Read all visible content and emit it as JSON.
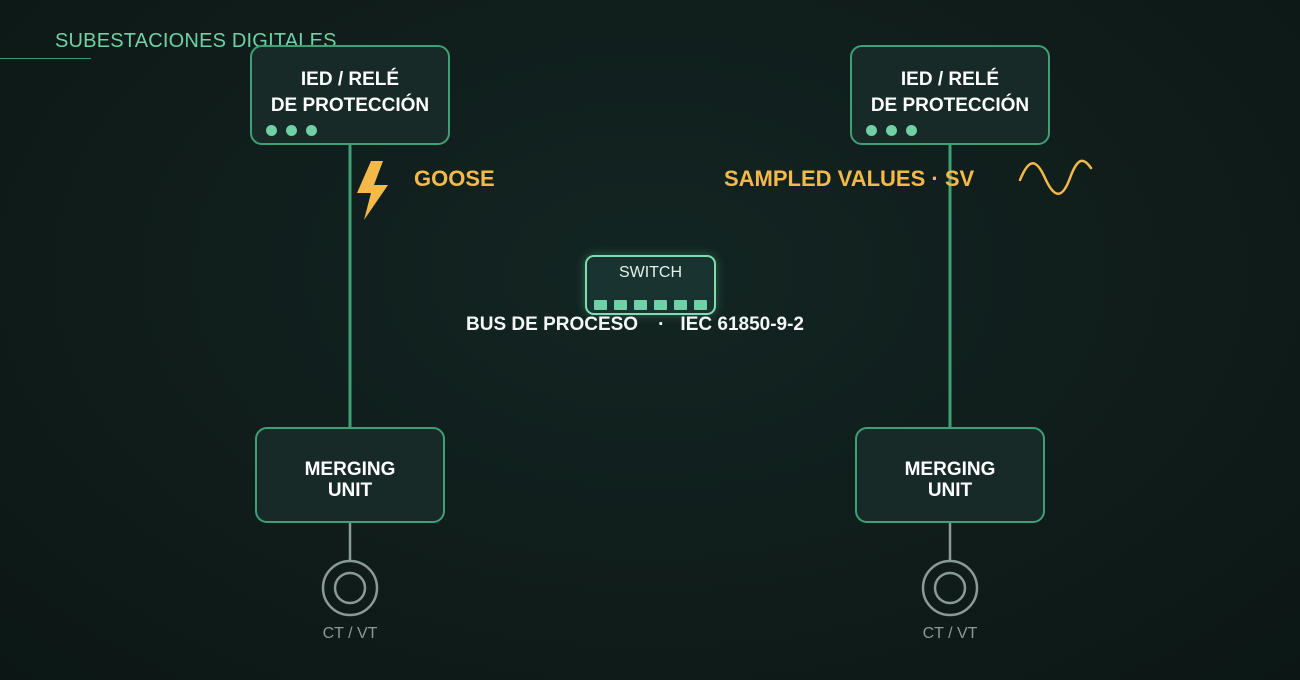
{
  "title": "SUBESTACIONES DIGITALES",
  "ied_left": {
    "line1": "IED / RELÉ",
    "line2": "DE PROTECCIÓN"
  },
  "ied_right": {
    "line1": "IED / RELÉ",
    "line2": "DE PROTECCIÓN"
  },
  "goose_label": "GOOSE",
  "sv_label": "SAMPLED VALUES · SV",
  "switch_label": "SWITCH",
  "bus_label": {
    "name": "BUS DE PROCESO",
    "separator": "·",
    "standard": "IEC 61850-9-2"
  },
  "mu_left": {
    "line1": "MERGING",
    "line2": "UNIT"
  },
  "mu_right": {
    "line1": "MERGING",
    "line2": "UNIT"
  },
  "ct_left_label": "CT / VT",
  "ct_right_label": "CT / VT",
  "icons": {
    "goose": "lightning-bolt-icon",
    "sv": "sine-wave-icon",
    "sensor": "ct-vt-coil-icon"
  },
  "colors": {
    "background": "#0f1c1a",
    "accent_green": "#3f9f75",
    "light_green": "#6fd1a5",
    "protocol_amber": "#f5b94a",
    "text_white": "#ffffff",
    "muted_gray": "#8a9a96"
  }
}
